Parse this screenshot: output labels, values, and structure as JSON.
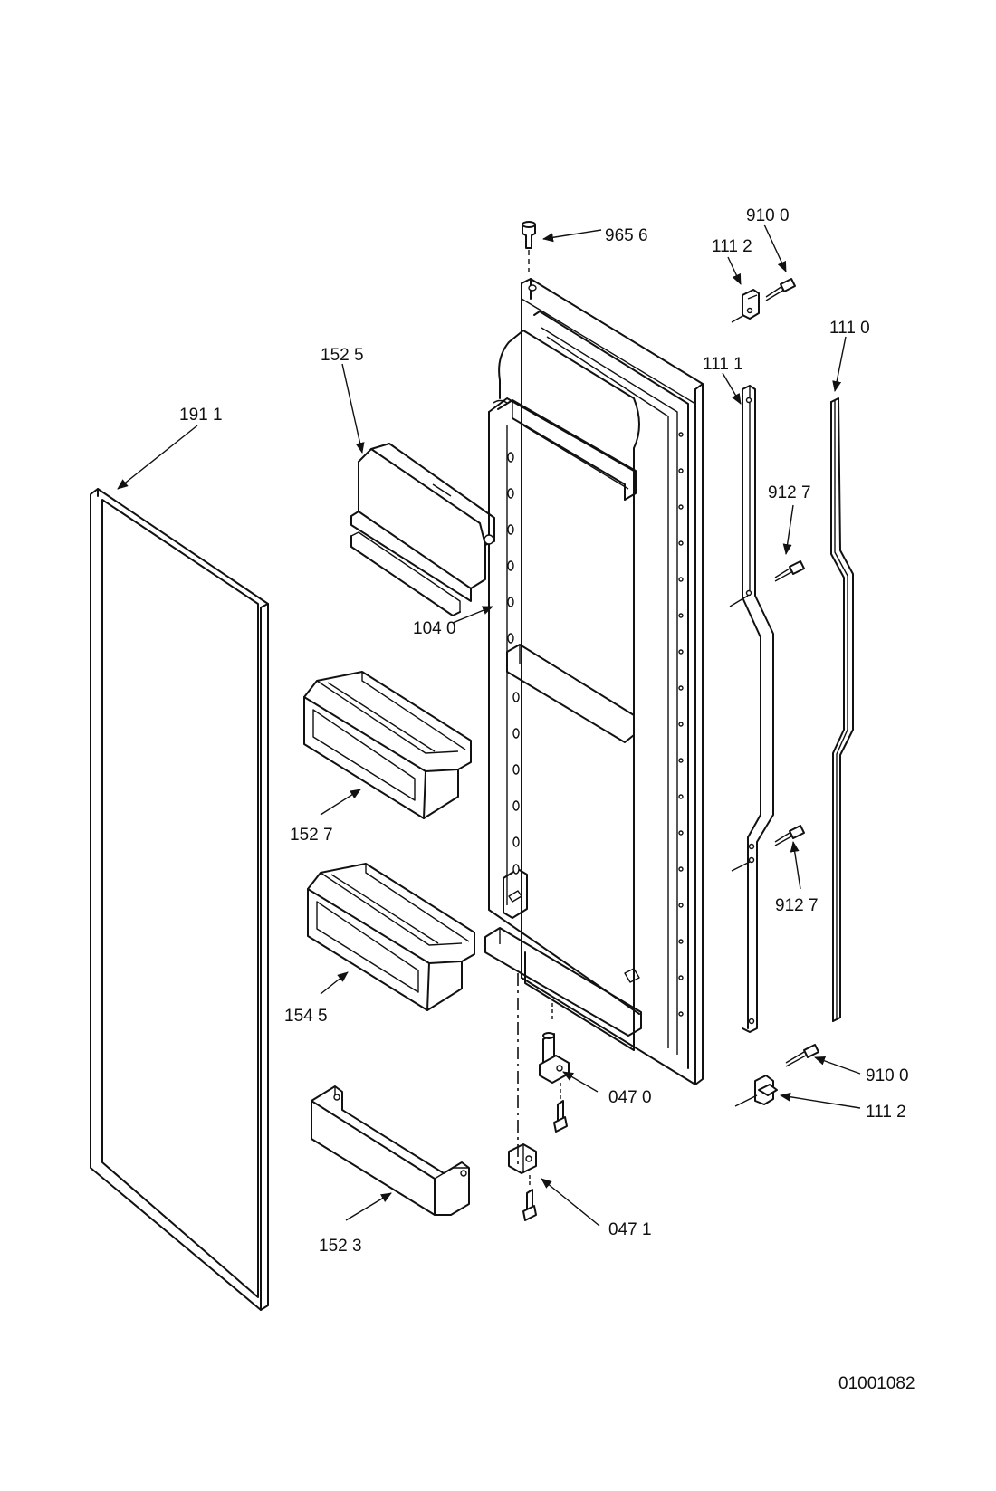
{
  "diagram_code": "01001082",
  "callouts": {
    "c9656": "965 6",
    "c9100_top": "910 0",
    "c1112_top": "111 2",
    "c1110": "111 0",
    "c1111": "111 1",
    "c1525": "152 5",
    "c1911": "191 1",
    "c9127_upper": "912 7",
    "c1040": "104 0",
    "c1527": "152 7",
    "c9127_lower": "912 7",
    "c1545": "154 5",
    "c9100_bottom": "910 0",
    "c0470": "047 0",
    "c1112_bottom": "111 2",
    "c1523": "152 3",
    "c0471": "047 1"
  }
}
